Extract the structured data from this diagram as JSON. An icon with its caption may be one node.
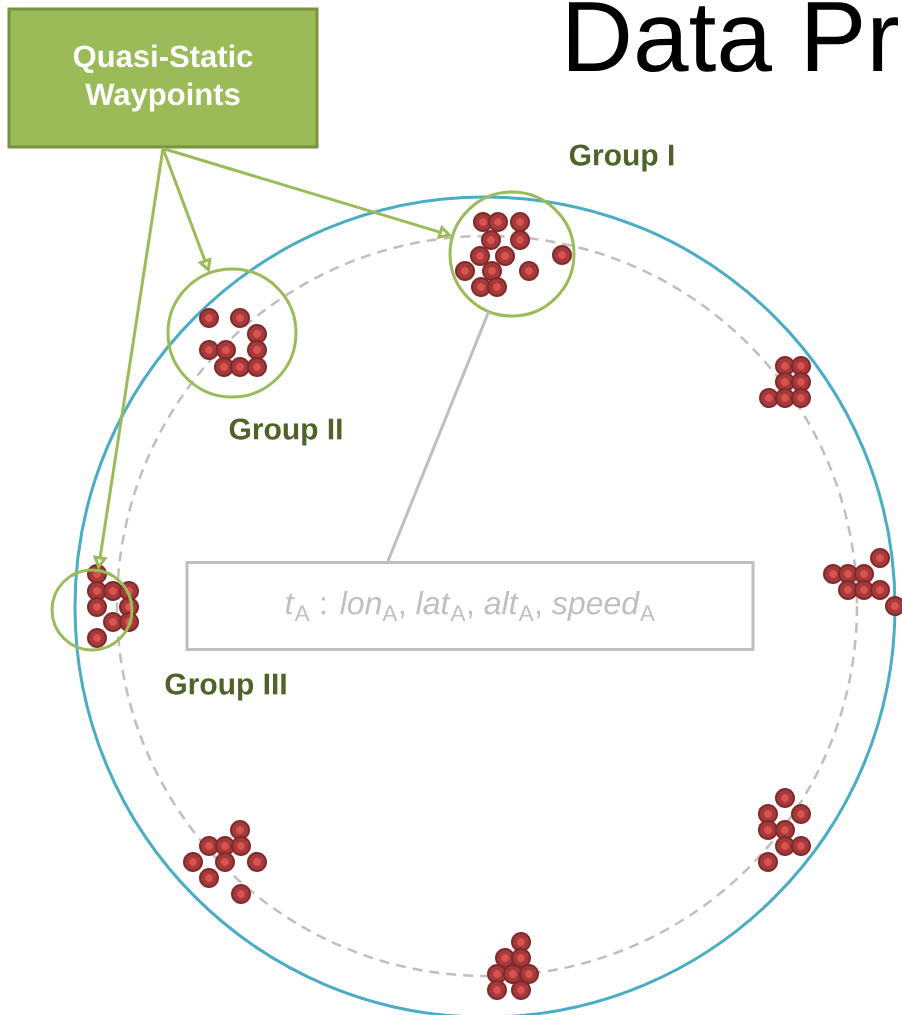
{
  "diagram": {
    "nodes": [
      {
        "text": [
          "Quasi-Static Waypoints"
        ]
      },
      {
        "text": [
          "Group I"
        ]
      },
      {
        "text": [
          "Group II"
        ]
      },
      {
        "text": [
          "Group III"
        ]
      },
      {
        "text": [
          "*t*$_{A}$ : *lon*$_{A}$, *lat*$_{A}$, *alt*$_{A}$, *speed*$_{A}$"
        ]
      }
    ],
    "edges": [
      {
        "from": 0,
        "to": 1,
        "arrow": "to"
      },
      {
        "from": 0,
        "to": 2,
        "arrow": "to"
      },
      {
        "from": 0,
        "to": 3,
        "arrow": "to"
      },
      {
        "from": 4,
        "to": 1,
        "arrow": "none",
        "color": "#bfbfbf"
      }
    ],
    "labels": [
      "Data Pr"
    ]
  }
}
